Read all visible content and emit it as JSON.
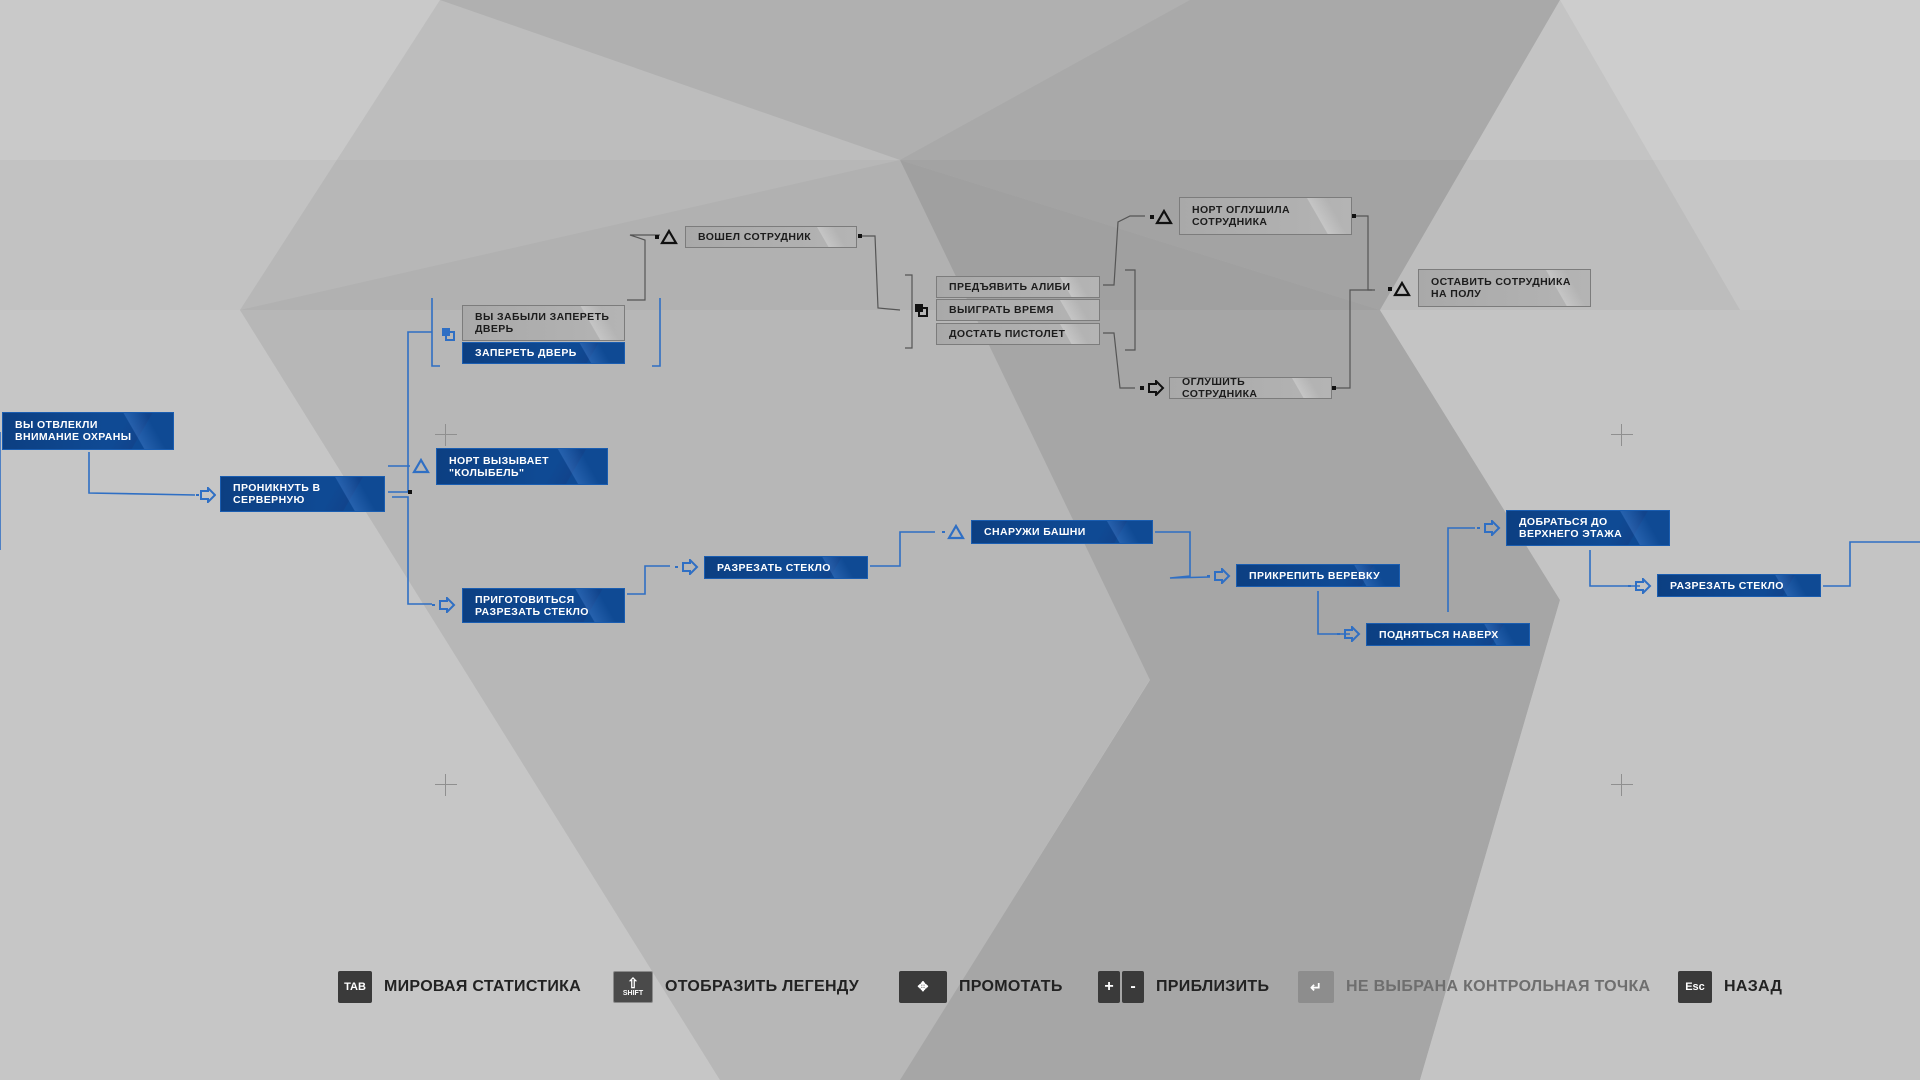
{
  "colors": {
    "background": "#bdbdbd",
    "node_blue": "#0f4a94",
    "node_grey": "#b0b0b0",
    "link_blue": "#2f6fc4",
    "link_grey": "#555555"
  },
  "flowchart": {
    "nodes": {
      "distracted_guards": "ВЫ ОТВЛЕКЛИ ВНИМАНИЕ ОХРАНЫ",
      "enter_server_room": "ПРОНИКНУТЬ В СЕРВЕРНУЮ",
      "forgot_lock_door": "ВЫ ЗАБЫЛИ ЗАПЕРЕТЬ ДВЕРЬ",
      "lock_door": "ЗАПЕРЕТЬ ДВЕРЬ",
      "north_calls_cradle": "НОРТ ВЫЗЫВАЕТ \"КОЛЫБЕЛЬ\"",
      "prepare_cut_glass": "ПРИГОТОВИТЬСЯ РАЗРЕЗАТЬ СТЕКЛО",
      "employee_entered": "ВОШЕЛ СОТРУДНИК",
      "show_alibi": "ПРЕДЪЯВИТЬ АЛИБИ",
      "buy_time": "ВЫИГРАТЬ ВРЕМЯ",
      "draw_gun": "ДОСТАТЬ ПИСТОЛЕТ",
      "north_stunned_employee": "НОРТ ОГЛУШИЛА СОТРУДНИКА",
      "stun_employee": "ОГЛУШИТЬ СОТРУДНИКА",
      "leave_employee_floor": "ОСТАВИТЬ СОТРУДНИКА НА ПОЛУ",
      "cut_glass_1": "РАЗРЕЗАТЬ СТЕКЛО",
      "outside_tower": "СНАРУЖИ БАШНИ",
      "attach_rope": "ПРИКРЕПИТЬ ВЕРЕВКУ",
      "climb_up": "ПОДНЯТЬСЯ НАВЕРХ",
      "reach_top_floor": "ДОБРАТЬСЯ ДО ВЕРХНЕГО ЭТАЖА",
      "cut_glass_2": "РАЗРЕЗАТЬ СТЕКЛО"
    },
    "icons": {
      "action": "arrow-right-icon",
      "event": "triangle-icon",
      "choice": "stacked-squares-icon"
    }
  },
  "footer": {
    "world_stats": {
      "key": "TAB",
      "label": "МИРОВАЯ СТАТИСТИКА"
    },
    "legend": {
      "key": "SHIFT",
      "label": "ОТОБРАЗИТЬ ЛЕГЕНДУ"
    },
    "scroll": {
      "label": "ПРОМОТАТЬ"
    },
    "zoom": {
      "key_plus": "+",
      "key_minus": "-",
      "label": "ПРИБЛИЗИТЬ"
    },
    "checkpoint": {
      "label": "НЕ ВЫБРАНА КОНТРОЛЬНАЯ ТОЧКА"
    },
    "back": {
      "key": "Esc",
      "label": "НАЗАД"
    }
  }
}
